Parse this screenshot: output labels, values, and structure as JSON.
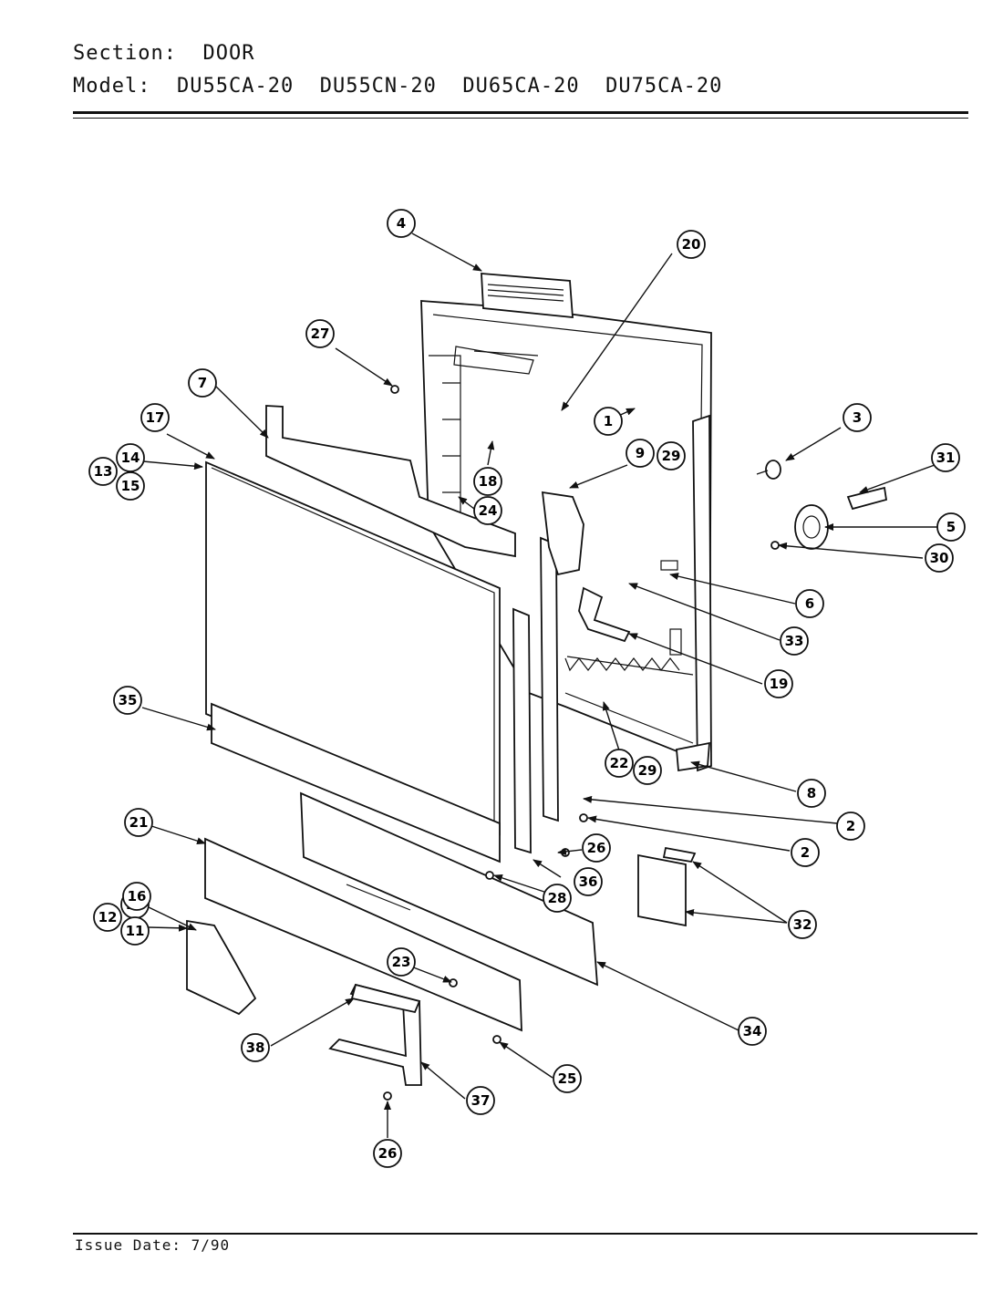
{
  "header": {
    "section_label": "Section:",
    "section_value": "DOOR",
    "model_label": "Model:",
    "models": [
      "DU55CA-20",
      "DU55CN-20",
      "DU65CA-20",
      "DU75CA-20"
    ]
  },
  "footer": {
    "issue_date_label": "Issue Date:",
    "issue_date_value": "7/90"
  },
  "callouts": [
    "1",
    "2",
    "2",
    "3",
    "4",
    "5",
    "6",
    "7",
    "8",
    "9",
    "10",
    "11",
    "12",
    "13",
    "14",
    "15",
    "16",
    "17",
    "18",
    "19",
    "20",
    "21",
    "22",
    "23",
    "24",
    "25",
    "26",
    "26",
    "27",
    "28",
    "29",
    "29",
    "30",
    "31",
    "32",
    "33",
    "34",
    "35",
    "36",
    "37",
    "38"
  ]
}
